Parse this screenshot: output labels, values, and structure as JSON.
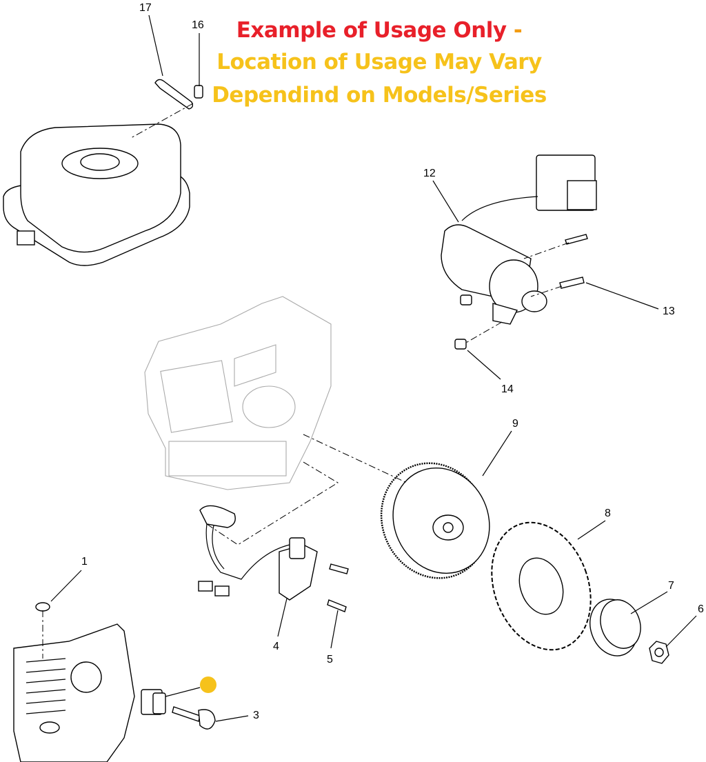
{
  "notice": {
    "line1": "Example of Usage Only",
    "line1_dash": " -",
    "line2": "Location of Usage May Vary",
    "line3": "Dependind on Models/Series",
    "colors": {
      "red": "#e8202a",
      "orange": "#f39c12",
      "gold": "#f6c21b"
    }
  },
  "callouts": {
    "c17": "17",
    "c16": "16",
    "c12": "12",
    "c13": "13",
    "c14": "14",
    "c9": "9",
    "c8": "8",
    "c7": "7",
    "c6": "6",
    "c1": "1",
    "c4": "4",
    "c5": "5",
    "c3": "3"
  },
  "highlight_color": "#f6c21b"
}
